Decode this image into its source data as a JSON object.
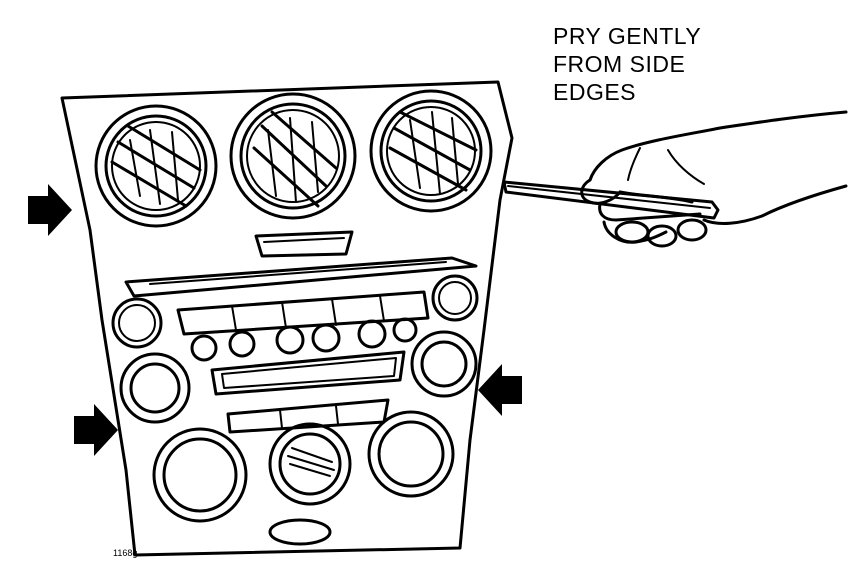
{
  "caption": {
    "line1": "PRY GENTLY",
    "line2": "FROM SIDE",
    "line3": "EDGES"
  },
  "figure_id": "1168g",
  "icons": {
    "arrow": "arrow-right-icon",
    "arrow_left": "arrow-left-icon"
  }
}
